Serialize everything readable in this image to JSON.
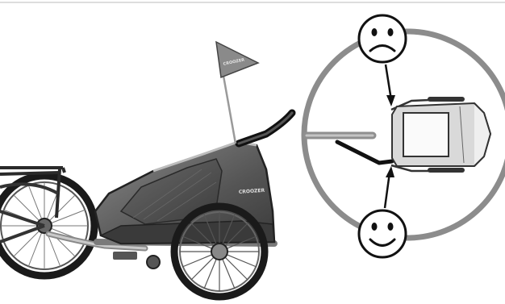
{
  "illustration": {
    "trailer_brand": "CROOZER",
    "flag_brand": "CROOZER"
  },
  "callout": {
    "incorrect_face": "frowning-face",
    "correct_face": "smiling-face"
  },
  "colors": {
    "outline": "#000000",
    "trailer_dark": "#4a4a4a",
    "trailer_mid": "#6e6e6e",
    "frame_gray": "#9a9a9a",
    "callout_ring": "#8c8c8c",
    "callout_fill": "#ffffff",
    "topview_body": "#d9d9d9"
  }
}
